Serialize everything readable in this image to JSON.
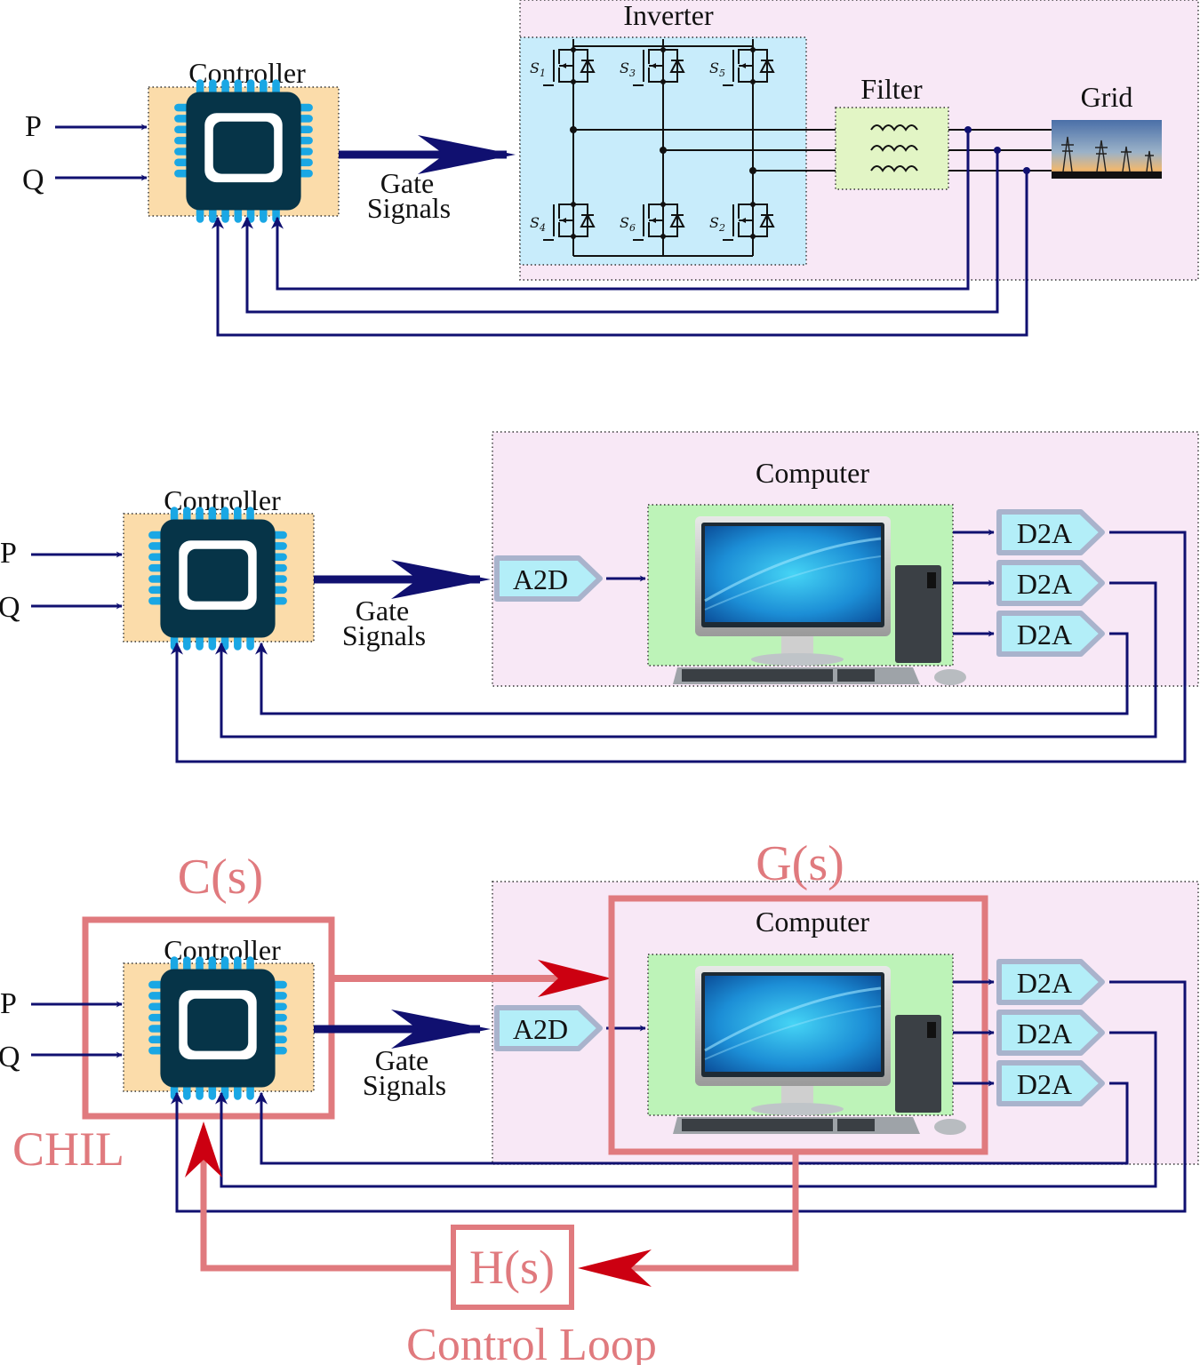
{
  "colors": {
    "navy": "#101070",
    "controller_bg": "#fbdcaa",
    "inverter_bg": "#c8ecfb",
    "filter_bg": "#e2f5c5",
    "system_bg": "#f8e8f6",
    "computer_bg": "#bdf3b8",
    "converter_bg": "#b3eef8",
    "chip_body": "#063448",
    "chip_pins": "#1aa7e4",
    "loop_red": "#e07a7e",
    "arrow_red": "#cc0011"
  },
  "panel1": {
    "inputs": [
      "P",
      "Q"
    ],
    "controller_label": "Controller",
    "gate_signals": [
      "Gate",
      "Signals"
    ],
    "inverter_label": "Inverter",
    "switches_top": [
      {
        "name": "S",
        "sub": "1"
      },
      {
        "name": "S",
        "sub": "3"
      },
      {
        "name": "S",
        "sub": "5"
      }
    ],
    "switches_bottom": [
      {
        "name": "S",
        "sub": "4"
      },
      {
        "name": "S",
        "sub": "6"
      },
      {
        "name": "S",
        "sub": "2"
      }
    ],
    "filter_label": "Filter",
    "grid_label": "Grid"
  },
  "panel2": {
    "inputs": [
      "P",
      "Q"
    ],
    "controller_label": "Controller",
    "gate_signals": [
      "Gate",
      "Signals"
    ],
    "computer_label": "Computer",
    "a2d_label": "A2D",
    "d2a_labels": [
      "D2A",
      "D2A",
      "D2A"
    ]
  },
  "panel3": {
    "inputs": [
      "P",
      "Q"
    ],
    "controller_label": "Controller",
    "gate_signals": [
      "Gate",
      "Signals"
    ],
    "computer_label": "Computer",
    "a2d_label": "A2D",
    "d2a_labels": [
      "D2A",
      "D2A",
      "D2A"
    ],
    "cs_label": "C(s)",
    "gs_label": "G(s)",
    "hs_label": "H(s)",
    "chil_label": "CHIL",
    "control_loop_label": "Control Loop"
  }
}
